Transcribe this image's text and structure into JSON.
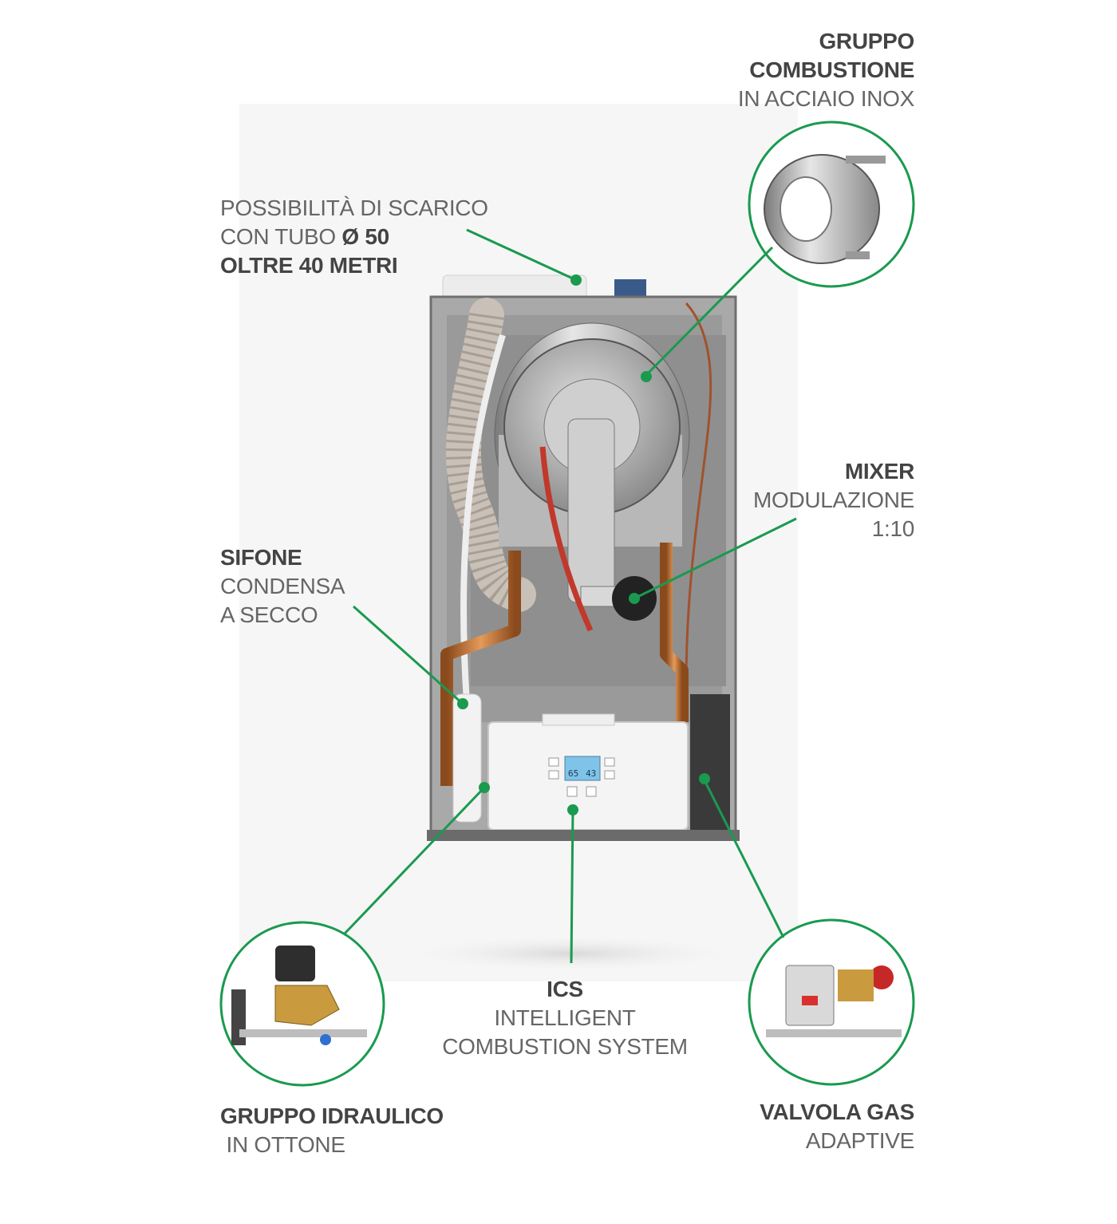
{
  "labels": {
    "gruppo_combustione": {
      "line1": "GRUPPO",
      "line2": "COMBUSTIONE",
      "line3": "IN ACCIAIO INOX"
    },
    "scarico": {
      "line1": "POSSIBILITÀ DI SCARICO",
      "line2_plain": "CON TUBO ",
      "line2_bold": "Ø 50",
      "line3": "OLTRE 40 METRI"
    },
    "mixer": {
      "line1": "MIXER",
      "line2": "MODULAZIONE",
      "line3": "1:10"
    },
    "sifone": {
      "line1": "SIFONE",
      "line2": "CONDENSA",
      "line3": "A SECCO"
    },
    "ics": {
      "line1": "ICS",
      "line2": "INTELLIGENT",
      "line3": "COMBUSTION SYSTEM"
    },
    "gruppo_idraulico": {
      "line1": "GRUPPO IDRAULICO",
      "line2": " IN OTTONE"
    },
    "valvola_gas": {
      "line1": "VALVOLA GAS",
      "line2": "ADAPTIVE"
    }
  },
  "display": {
    "left_value": "65",
    "right_value": "43"
  },
  "colors": {
    "accent_green": "#1a9a4f",
    "text_dark": "#444444",
    "text_light": "#666666"
  }
}
